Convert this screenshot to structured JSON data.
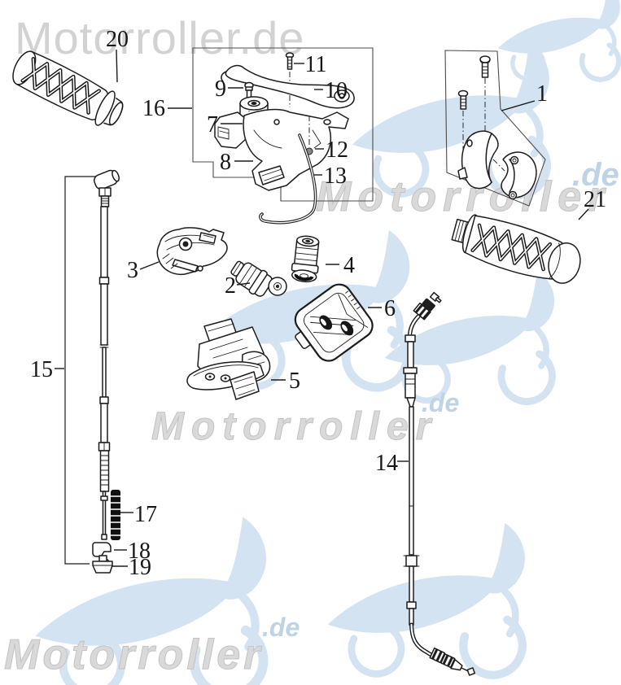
{
  "watermarks": {
    "top": "Motorroller.de",
    "right_text": "Motorroller",
    "right_de": ".de",
    "center_text": "Motorroller",
    "center_de": ".de",
    "bottom_text": "Motorroller",
    "bottom_de": ".de"
  },
  "part_labels": {
    "p1": "1",
    "p2": "2",
    "p3": "3",
    "p4": "4",
    "p5": "5",
    "p6": "6",
    "p7": "7",
    "p8": "8",
    "p9": "9",
    "p10": "10",
    "p11": "11",
    "p12": "12",
    "p13": "13",
    "p14": "14",
    "p15": "15",
    "p16": "16",
    "p17": "17",
    "p18": "18",
    "p19": "19",
    "p20": "20",
    "p21": "21"
  },
  "colors": {
    "line": "#1c1c1c",
    "box_line": "#4c4c4c",
    "watermark_gray": "#d5d5d5",
    "watermark_blue": "#bed3e4",
    "scooter_blue": "#d3e3f2",
    "background": "#ffffff"
  }
}
